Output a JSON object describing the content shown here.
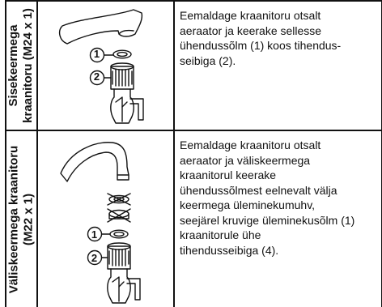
{
  "rows": [
    {
      "label_line1": "Sisekeermega",
      "label_line2": "kraanitoru (M24 x 1)",
      "description": "Eemaldage kraanitoru otsalt\naeraator ja keerake sellesse\nühendussõlm (1) koos tihendus-\nseibiga (2).",
      "callouts": [
        "1",
        "2"
      ]
    },
    {
      "label_line1": "Väliskeermega kraanitoru",
      "label_line2": "(M22 x 1)",
      "description": "Eemaldage kraanitoru otsalt\naeraator ja väliskeermega\nkraanitorul keerake\nühendussõlmest eelnevalt välja\nkeermega üleminekumuhv,\nseejärel kruvige üleminekusõlm (1)\nkraanitorule ühe\ntihendusseibiga (4).",
      "callouts": [
        "1",
        "2"
      ]
    }
  ]
}
